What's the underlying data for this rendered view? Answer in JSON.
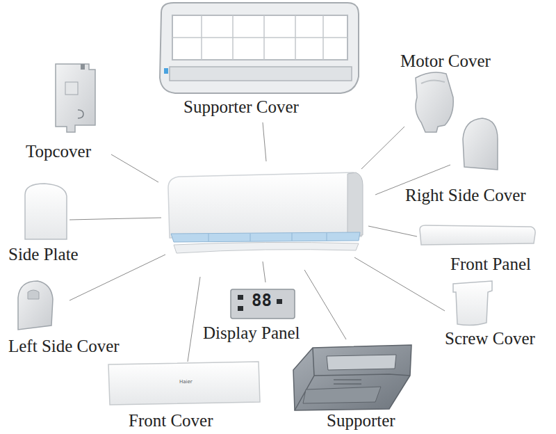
{
  "diagram": {
    "labels": [
      "Supporter Cover",
      "Motor Cover",
      "Topcover",
      "Right Side Cover",
      "Side Plate",
      "Front Panel",
      "Left Side Cover",
      "Screw Cover",
      "88",
      "Display Panel",
      "Front Cover",
      "Haier",
      "Supporter"
    ]
  }
}
